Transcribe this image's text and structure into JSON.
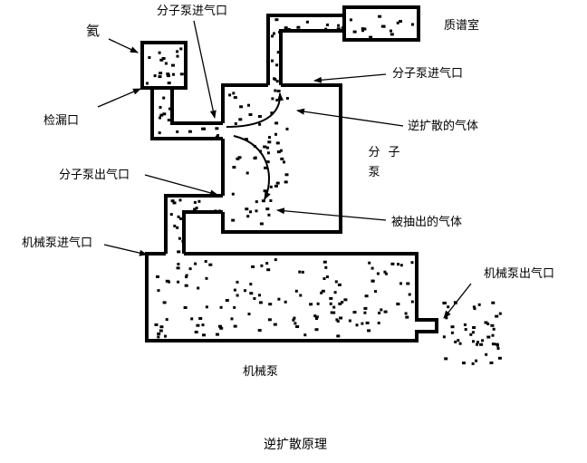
{
  "labels": {
    "helium": "氦",
    "leak_port": "检漏口",
    "mol_pump_inlet_top": "分子泵进气口",
    "mass_chamber": "质谱室",
    "mol_pump_inlet_right": "分子泵进气口",
    "back_diffused_gas": "逆扩散的气体",
    "mol_pump_char1": "分",
    "mol_pump_char2": "子",
    "mol_pump_char3": "泵",
    "mol_pump_outlet": "分子泵出气口",
    "extracted_gas": "被抽出的气体",
    "mech_pump_inlet": "机械泵进气口",
    "mech_pump_outlet": "机械泵出气口",
    "mech_pump": "机械泵",
    "caption": "逆扩散原理"
  }
}
